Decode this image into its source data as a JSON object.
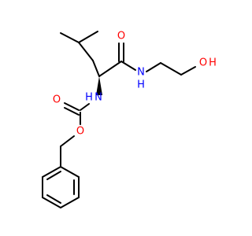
{
  "molecule": {
    "colors": {
      "carbon": "#000000",
      "oxygen": "#ff0000",
      "nitrogen": "#0000ff",
      "background": "#ffffff"
    },
    "labels": {
      "amide_o": "O",
      "amide_nh": "N",
      "amide_h": "H",
      "hydroxyl_o": "O",
      "hydroxyl_h": "H",
      "carbamate_nh": "N",
      "carbamate_h": "H",
      "carbonyl_o": "O",
      "ester_o": "O"
    }
  }
}
